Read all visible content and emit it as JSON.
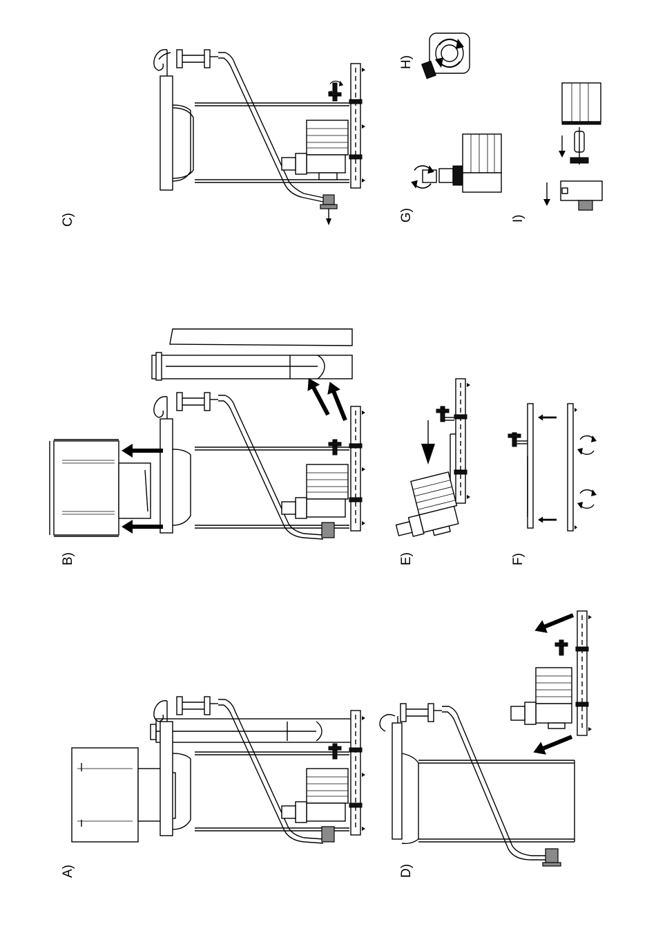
{
  "figure": {
    "background": "#ffffff",
    "line_color": "#000000",
    "accent_gray": "#8a8a8a",
    "steps": [
      {
        "id": "A",
        "label": "A)"
      },
      {
        "id": "B",
        "label": "B)"
      },
      {
        "id": "C",
        "label": "C)"
      },
      {
        "id": "D",
        "label": "D)"
      },
      {
        "id": "E",
        "label": "E)"
      },
      {
        "id": "F",
        "label": "F)"
      },
      {
        "id": "G",
        "label": "G)"
      },
      {
        "id": "H",
        "label": "H)"
      },
      {
        "id": "I",
        "label": "I)"
      }
    ]
  }
}
